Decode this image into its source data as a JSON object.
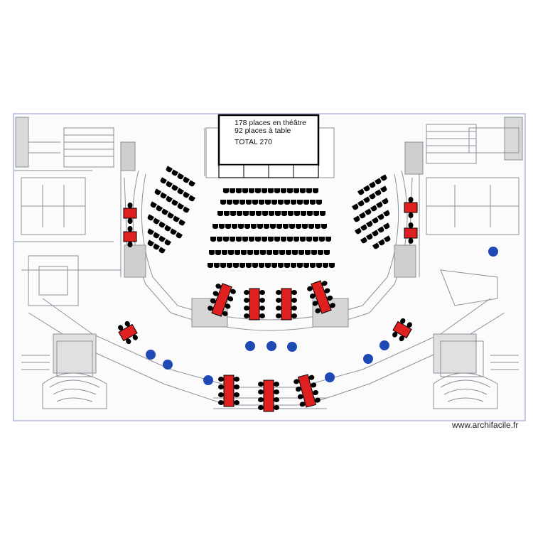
{
  "info": {
    "theatre_line": "178 places en théâtre",
    "table_line": "92 places à table",
    "total_line": "TOTAL 270"
  },
  "watermark": "www.archifacile.fr",
  "colors": {
    "background": "#ffffff",
    "plan_lines": "#8a8f99",
    "frame": "#9aaad4",
    "chair": "#000000",
    "table": "#e02020",
    "round_marker": "#1f49b5"
  },
  "icons": [
    "chair-icon",
    "table-icon",
    "round-table-icon",
    "screen-icon"
  ]
}
